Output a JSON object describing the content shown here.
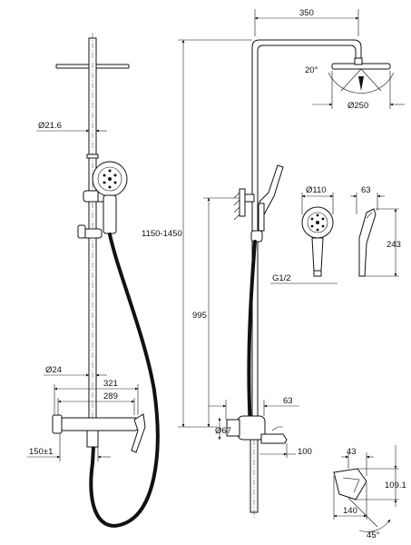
{
  "labels": {
    "pipe_dia": "Ø21.6",
    "pipe_lower_dia": "Ø24",
    "width_321": "321",
    "width_289": "289",
    "spacing_150": "150±1",
    "arm_350": "350",
    "angle_20": "20°",
    "head_dia_250": "Ø250",
    "height_range": "1150-1450",
    "height_995": "995",
    "hand_dia_110": "Ø110",
    "hand_depth_63": "63",
    "hand_len_243": "243",
    "thread_g12": "G1/2",
    "valve_63": "63",
    "body_dia_67": "Ø67",
    "spout_100": "100",
    "handle_43": "43",
    "handle_109": "109.1",
    "handle_140": "140",
    "angle_45": "45°"
  }
}
